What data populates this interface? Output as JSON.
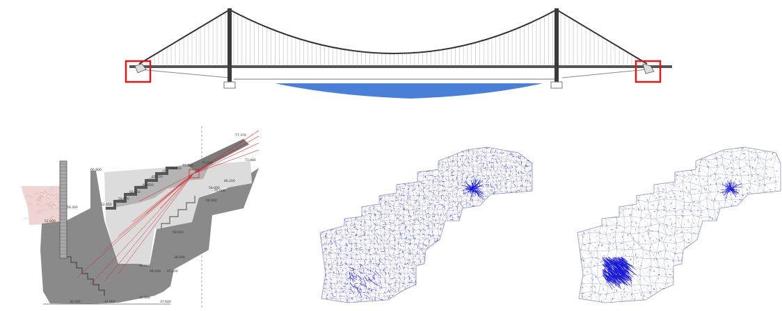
{
  "colors": {
    "background": "#ffffff",
    "tower": "#3a3a3a",
    "cable": "#333333",
    "hanger": "#9a9a9a",
    "water": "#4a7fd8",
    "highlight": "#e01818",
    "concrete_dark": "#8a8a8a",
    "concrete_mid": "#b4b4b4",
    "concrete_light": "#dcdcdc",
    "soil": "#efd4d4",
    "anchor_line": "#d42020",
    "mesh_edge": "#aab0cc",
    "vector": "#1a1ad8",
    "vector_red": "#d03030"
  },
  "cross_section": {
    "elevations": [
      "77.370",
      "71.880",
      "71.010",
      "71.400",
      "70.500",
      "67.250",
      "64.850",
      "62.350",
      "59.970",
      "58.000",
      "56.300",
      "52.450",
      "51.000",
      "50.000",
      "49.000",
      "48.200",
      "47.100",
      "38.000",
      "37.500",
      "37.000",
      "36.000",
      "37.600",
      "64.000",
      "70.000",
      "66.800",
      "86.200"
    ]
  }
}
